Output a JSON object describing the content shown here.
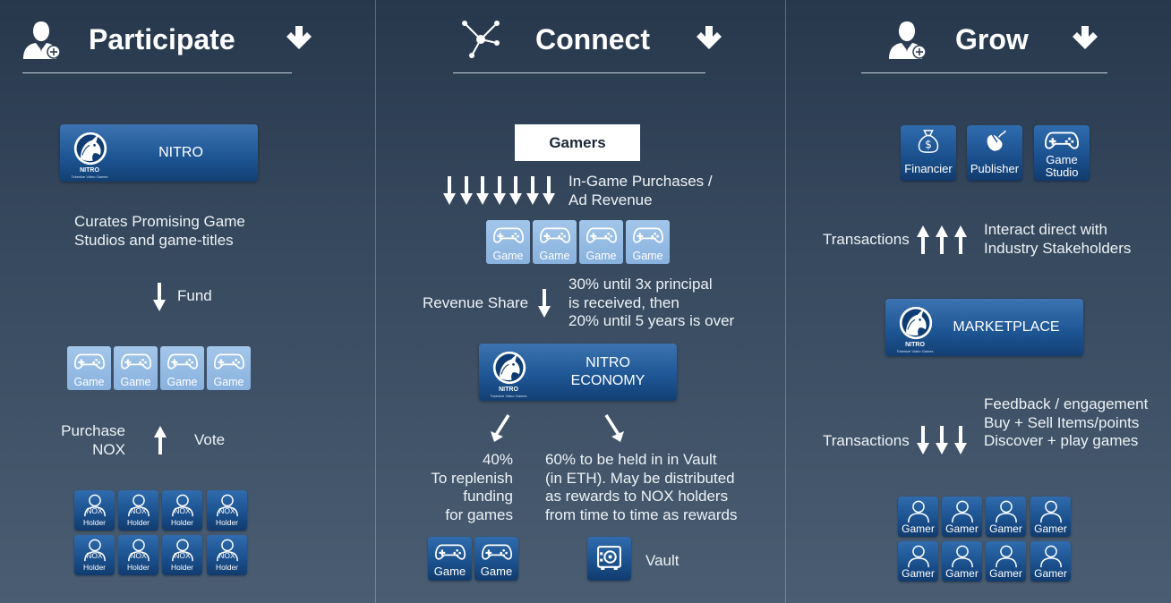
{
  "columns": [
    {
      "title": "Participate"
    },
    {
      "title": "Connect"
    },
    {
      "title": "Grow"
    }
  ],
  "participate": {
    "nitro_label": "NITRO",
    "logo_caption": "NITRO",
    "logo_subcaption": "Tokenize Video Games",
    "curates_lines": [
      "Curates Promising Game",
      "Studios and game-titles"
    ],
    "fund_label": "Fund",
    "game_label": "Game",
    "purchase_lines": [
      "Purchase",
      "NOX"
    ],
    "vote_label": "Vote",
    "holder_label": "NOX Holder"
  },
  "connect": {
    "gamers_label": "Gamers",
    "purchases_lines": [
      "In-Game Purchases /",
      "Ad Revenue"
    ],
    "game_label": "Game",
    "revenue_share_label": "Revenue Share",
    "terms_lines": [
      "30% until 3x principal",
      "is received, then",
      "20% until 5 years is over"
    ],
    "economy_lines": [
      "NITRO",
      "ECONOMY"
    ],
    "logo_caption": "NITRO",
    "logo_subcaption": "Tokenize Video Games",
    "left_split_lines": [
      "40%",
      "To replenish",
      "funding",
      "for games"
    ],
    "right_split_lines": [
      "60% to be held in in Vault",
      "(in ETH). May be distributed",
      "as rewards to NOX holders",
      "from time to time as rewards"
    ],
    "vault_label": "Vault"
  },
  "grow": {
    "stakeholders": [
      {
        "label_lines": [
          "Financier"
        ],
        "icon": "money-bag-icon"
      },
      {
        "label_lines": [
          "Publisher"
        ],
        "icon": "mouse-icon"
      },
      {
        "label_lines": [
          "Game",
          "Studio"
        ],
        "icon": "gamepad-icon"
      }
    ],
    "transactions_label_1": "Transactions",
    "interact_lines": [
      "Interact direct with",
      "Industry Stakeholders"
    ],
    "marketplace_label": "MARKETPLACE",
    "logo_caption": "NITRO",
    "logo_subcaption": "Tokenize Video Games",
    "transactions_label_2": "Transactions",
    "feedback_lines": [
      "Feedback / engagement",
      "Buy + Sell Items/points",
      "Discover + play games"
    ],
    "gamer_label": "Gamer"
  },
  "colors": {
    "tile_light": "#8fb6e0",
    "tile_dark": "#1f5796",
    "background": "#35475c"
  }
}
